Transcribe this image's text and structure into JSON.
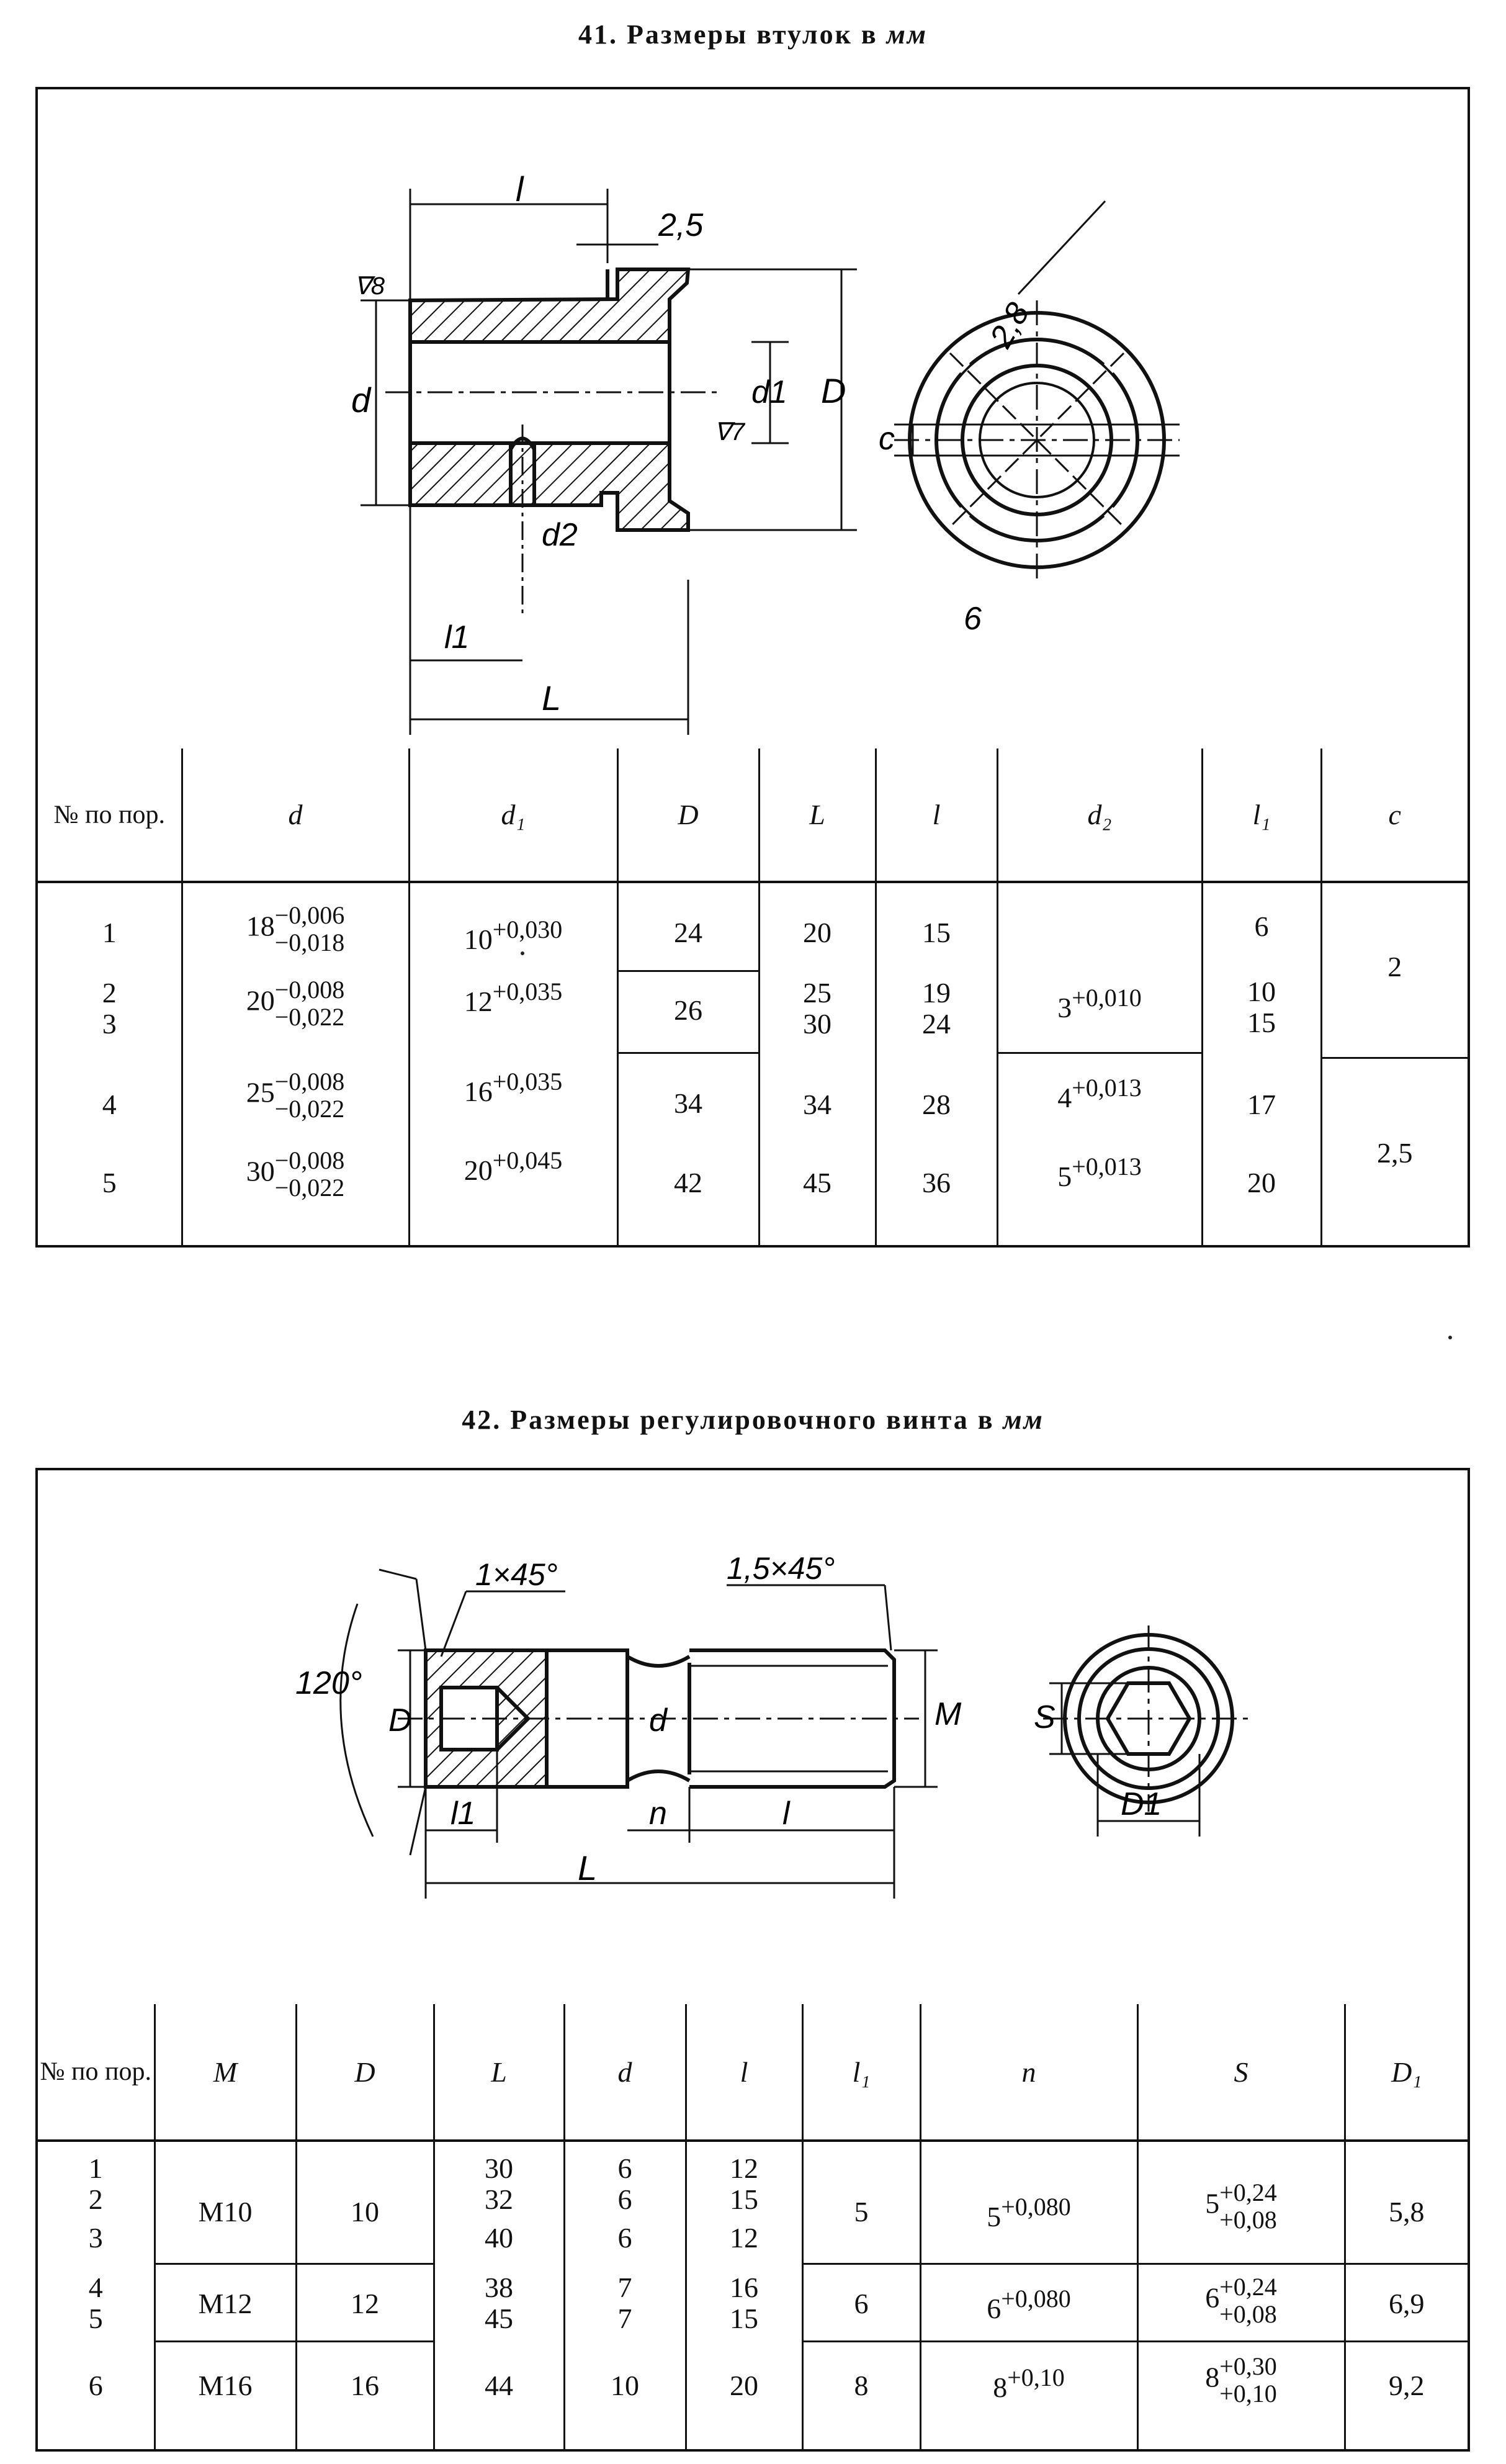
{
  "table41": {
    "title_num": "41.",
    "title_text": "Размеры втулок в",
    "title_unit": "мм",
    "drawing_labels": {
      "l": "l",
      "groove": "2,5",
      "surf8": "∇8",
      "surf7": "∇7",
      "d": "d",
      "d1": "d1",
      "D": "D",
      "d2": "d2",
      "l1": "l1",
      "L": "L",
      "slot_w": "2,8",
      "c": "c",
      "b": "6"
    },
    "headers": [
      "№ по пор.",
      "d",
      "d₁",
      "D",
      "L",
      "l",
      "d₂",
      "l₁",
      "c"
    ],
    "rows": [
      {
        "no": "1",
        "d_base": "18",
        "d_upper": "−0,006",
        "d_lower": "−0,018",
        "d1_base": "10",
        "d1_tol": "+0,030",
        "D": "24",
        "L": "20",
        "l": "15",
        "l1": "6"
      },
      {
        "no": "2",
        "d_base": "20",
        "d_upper": "−0,008",
        "d_lower": "−0,022",
        "d1_base": "12",
        "d1_tol": "+0,035",
        "L": "25",
        "l": "19",
        "l1": "10"
      },
      {
        "no": "3",
        "L": "30",
        "l": "24",
        "l1": "15"
      },
      {
        "no": "4",
        "d_base": "25",
        "d_upper": "−0,008",
        "d_lower": "−0,022",
        "d1_base": "16",
        "d1_tol": "+0,035",
        "D": "34",
        "L": "34",
        "l": "28",
        "l1": "17"
      },
      {
        "no": "5",
        "d_base": "30",
        "d_upper": "−0,008",
        "d_lower": "−0,022",
        "d1_base": "20",
        "d1_tol": "+0,045",
        "D": "42",
        "L": "45",
        "l": "36",
        "l1": "20"
      }
    ],
    "merged": {
      "D_23": "26",
      "d2_123_base": "3",
      "d2_123_tol": "+0,010",
      "d2_4_base": "4",
      "d2_4_tol": "+0,013",
      "d2_5_base": "5",
      "d2_5_tol": "+0,013",
      "c_123": "2",
      "c_45": "2,5"
    }
  },
  "table42": {
    "title_num": "42.",
    "title_text": "Размеры регулировочного винта в",
    "title_unit": "мм",
    "drawing_labels": {
      "angle": "120°",
      "chamfer1": "1×45°",
      "chamfer2": "1,5×45°",
      "D": "D",
      "d": "d",
      "M": "M",
      "S": "S",
      "l1": "l1",
      "n": "n",
      "l": "l",
      "L": "L",
      "D1": "D1"
    },
    "headers": [
      "№ по пор.",
      "M",
      "D",
      "L",
      "d",
      "l",
      "l₁",
      "n",
      "S",
      "D₁"
    ],
    "rows": [
      {
        "no": "1",
        "L": "30",
        "d": "6",
        "l": "12"
      },
      {
        "no": "2",
        "L": "32",
        "d": "6",
        "l": "15"
      },
      {
        "no": "3",
        "L": "40",
        "d": "6",
        "l": "12"
      },
      {
        "no": "4",
        "L": "38",
        "d": "7",
        "l": "16"
      },
      {
        "no": "5",
        "L": "45",
        "d": "7",
        "l": "15"
      },
      {
        "no": "6",
        "L": "44",
        "d": "10",
        "l": "20"
      }
    ],
    "groups": [
      {
        "M": "M10",
        "D": "10",
        "l1": "5",
        "n_base": "5",
        "n_tol": "+0,080",
        "S_base": "5",
        "S_upper": "+0,24",
        "S_lower": "+0,08",
        "D1": "5,8"
      },
      {
        "M": "M12",
        "D": "12",
        "l1": "6",
        "n_base": "6",
        "n_tol": "+0,080",
        "S_base": "6",
        "S_upper": "+0,24",
        "S_lower": "+0,08",
        "D1": "6,9"
      },
      {
        "M": "M16",
        "D": "16",
        "l1": "8",
        "n_base": "8",
        "n_tol": "+0,10",
        "S_base": "8",
        "S_upper": "+0,30",
        "S_lower": "+0,10",
        "D1": "9,2"
      }
    ]
  }
}
